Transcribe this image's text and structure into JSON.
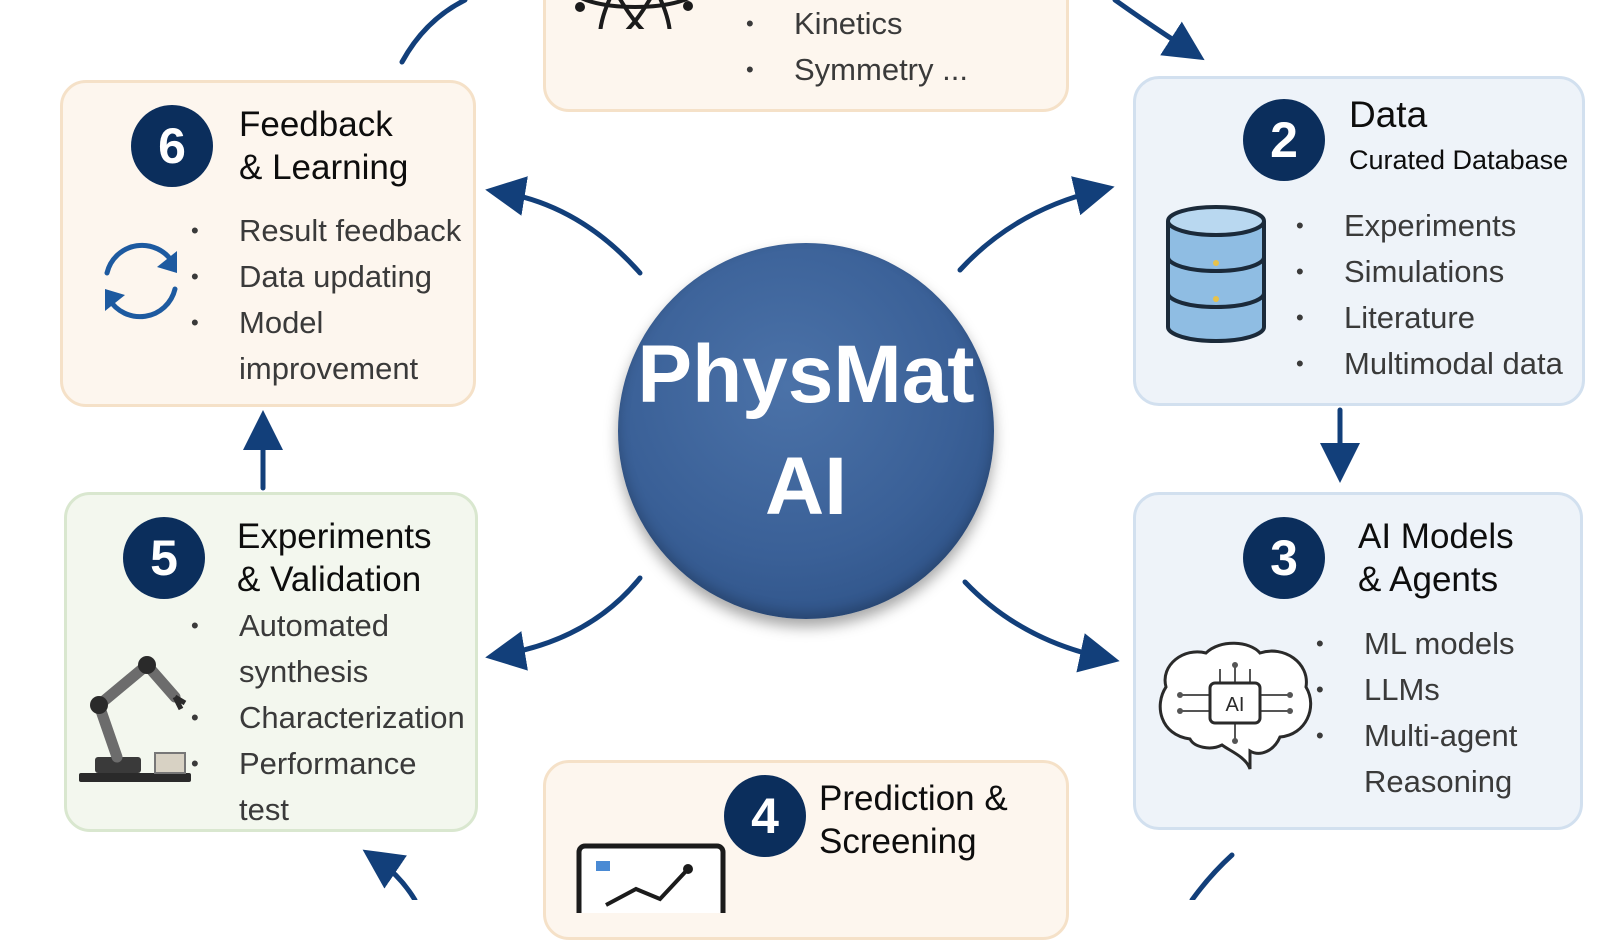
{
  "center": {
    "line1": "PhysMat",
    "line2": "AI"
  },
  "steps": {
    "s1": {
      "items": [
        "Kinetics",
        "Symmetry ..."
      ]
    },
    "s2": {
      "number": "2",
      "title": "Data",
      "subtitle": "Curated Database",
      "items": [
        "Experiments",
        "Simulations",
        "Literature",
        "Multimodal data"
      ]
    },
    "s3": {
      "number": "3",
      "title_line1": "AI Models",
      "title_line2": "& Agents",
      "items": [
        "ML models",
        "LLMs",
        "Multi-agent",
        "Reasoning"
      ]
    },
    "s4": {
      "number": "4",
      "title_line1": "Prediction &",
      "title_line2": "Screening"
    },
    "s5": {
      "number": "5",
      "title_line1": "Experiments",
      "title_line2": "& Validation",
      "items": [
        "Automated",
        "synthesis",
        "Characterization",
        "Performance",
        "test"
      ]
    },
    "s6": {
      "number": "6",
      "title_line1": "Feedback",
      "title_line2": "& Learning",
      "items": [
        "Result feedback",
        "Data updating",
        "Model",
        "improvement"
      ]
    }
  },
  "icons": {
    "s1": "atom-icon",
    "s2": "database-icon",
    "s3": "ai-brain-icon",
    "s4": "chart-screen-icon",
    "s5": "robot-arm-icon",
    "s6": "refresh-cycle-icon",
    "ai_chip_label": "AI"
  },
  "colors": {
    "hub": "#3a6097",
    "badge": "#0b2e5c",
    "arrow": "#123f7a",
    "warm_card": "#fdf6ee",
    "cool_card": "#eef3f9",
    "green_card": "#f3f7ee"
  }
}
